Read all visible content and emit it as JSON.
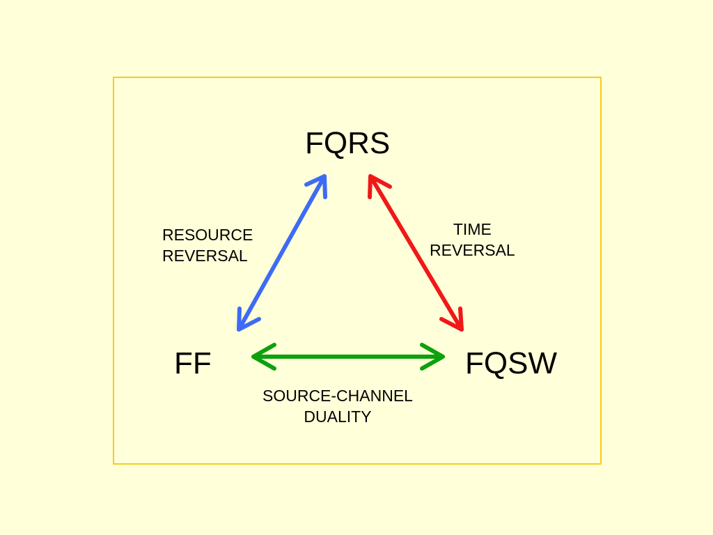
{
  "colors": {
    "background": "#FFFFD9",
    "frame": "#F5CD1E",
    "resource_reversal_arrow": "#3D6BF5",
    "time_reversal_arrow": "#F01818",
    "source_channel_arrow": "#0DA10D"
  },
  "nodes": {
    "top": "FQRS",
    "left": "FF",
    "right": "FQSW"
  },
  "edges": {
    "resource_reversal": {
      "line1": "RESOURCE",
      "line2": "REVERSAL"
    },
    "time_reversal": {
      "line1": "TIME",
      "line2": "REVERSAL"
    },
    "source_channel_duality": {
      "line1": "SOURCE-CHANNEL",
      "line2": "DUALITY"
    }
  }
}
